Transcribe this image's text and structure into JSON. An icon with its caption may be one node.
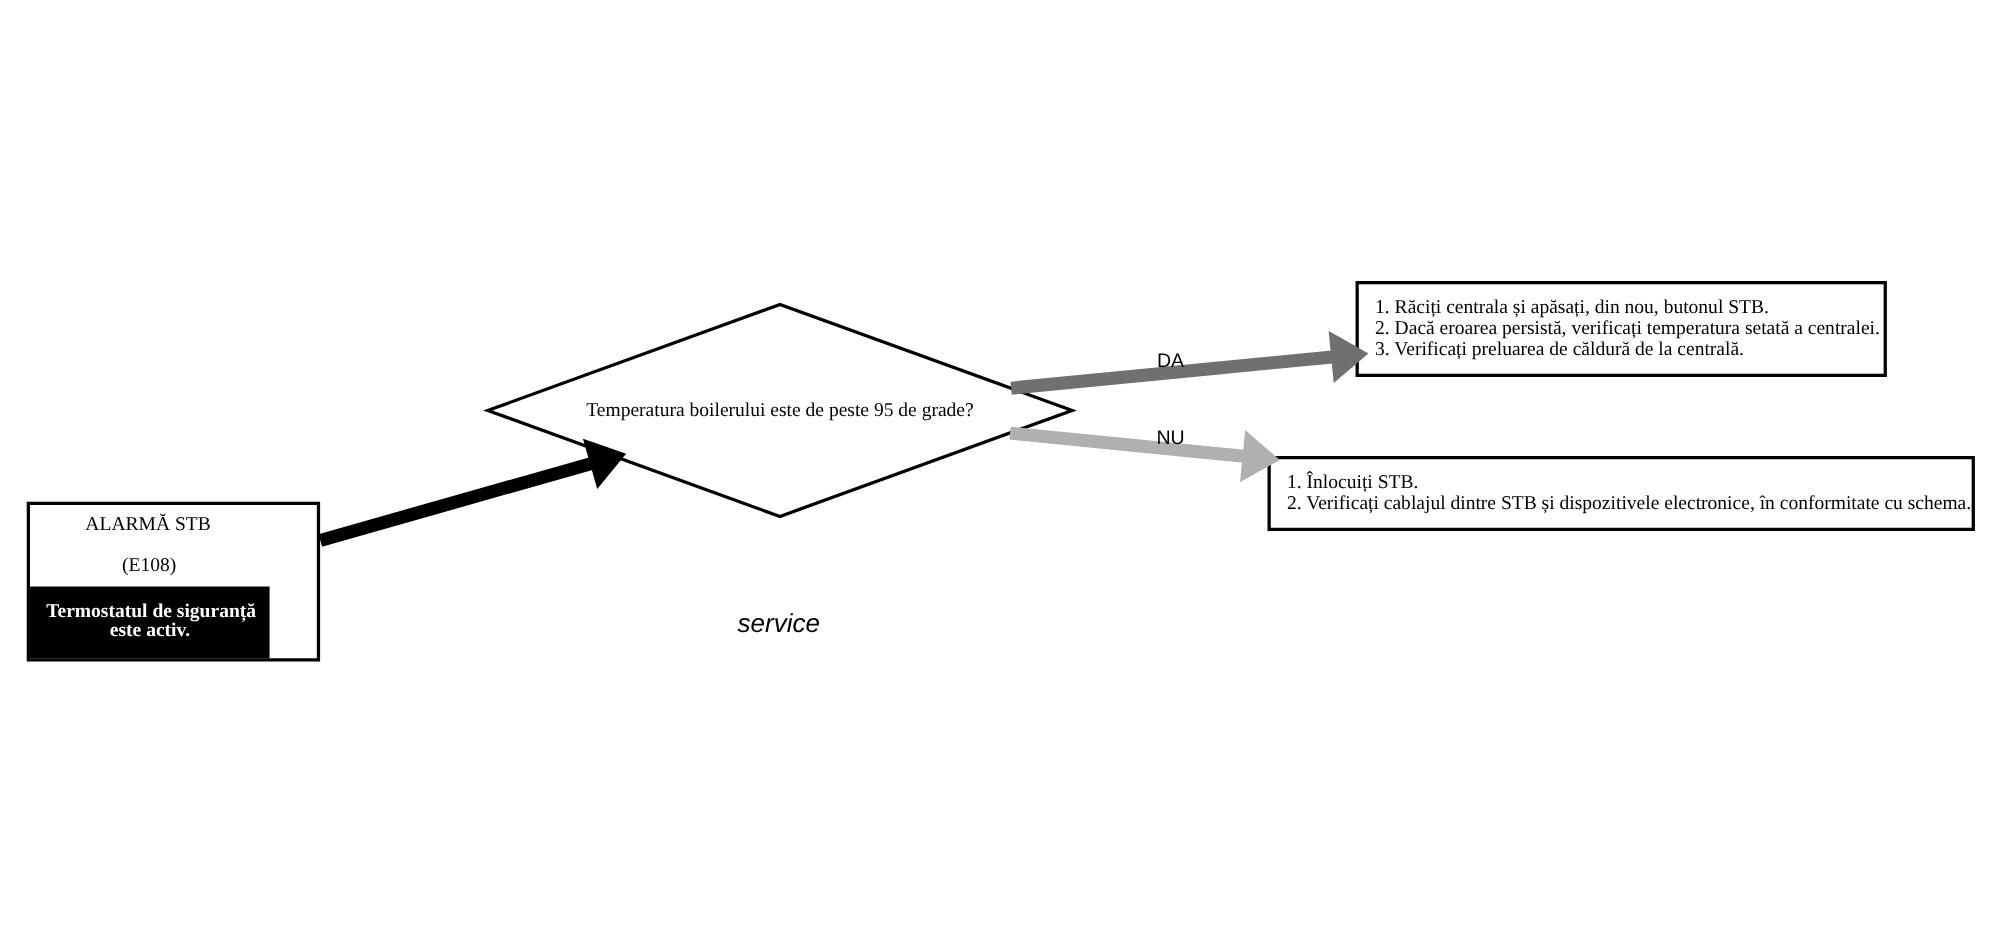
{
  "diagram": {
    "nodes": [
      {
        "text": [
          "ALARMĂ STB",
          "(E108)",
          "Termostatul de siguranță este activ."
        ]
      },
      {
        "text": [
          "Temperatura boilerului este de peste 95 de grade?"
        ]
      },
      {
        "text": [
          "1. Răciți centrala și apăsați, din nou, butonul STB.",
          "2. Dacă eroarea persistă, verificați temperatura setată a centralei.",
          "3. Verificați preluarea de căldură de la centrală."
        ]
      },
      {
        "text": [
          "1. Înlocuiți STB.",
          "2. Verificați cablajul dintre STB și dispozitivele electronice, în conformitate cu schema."
        ]
      }
    ],
    "edges": [
      {
        "from": 0,
        "to": 1,
        "arrow": "to",
        "color": "#000000"
      },
      {
        "from": 1,
        "to": 2,
        "arrow": "to",
        "label": "DA",
        "color": "#707070"
      },
      {
        "from": 1,
        "to": 3,
        "arrow": "to",
        "label": "NU",
        "color": "#b0b0b0"
      }
    ],
    "labels": [
      "service"
    ]
  }
}
